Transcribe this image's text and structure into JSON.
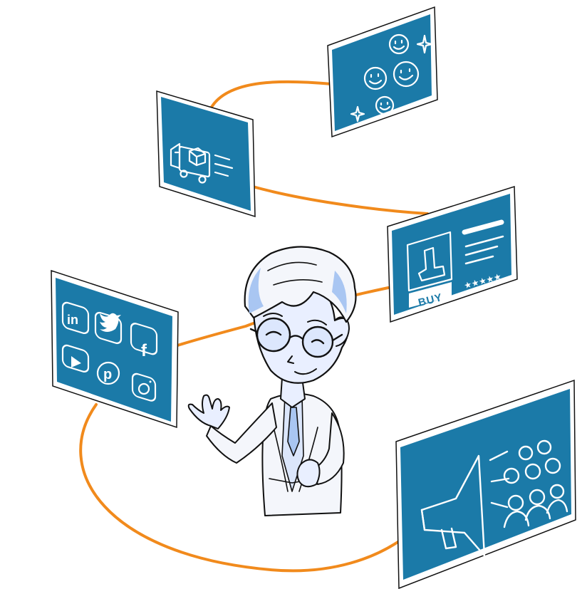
{
  "colors": {
    "panel": "#1b7aa8",
    "panel_edge": "#ffffff",
    "path": "#f18a1c",
    "skin": "#e9efff",
    "suit": "#f4f6fb",
    "hair_shade": "#a9c6f2",
    "ink": "#111111"
  },
  "panels": {
    "delivery": {
      "icon": "delivery-truck-icon"
    },
    "smiles": {
      "icon": "smiley-faces-icon"
    },
    "product": {
      "icon": "boot-product-icon",
      "button_label": "BUY",
      "rating_icon": "star-rating-icon"
    },
    "social": {
      "icons": [
        "linkedin-icon",
        "twitter-icon",
        "facebook-icon",
        "youtube-icon",
        "pinterest-icon",
        "instagram-icon"
      ],
      "glyphs": [
        "in",
        "",
        "f",
        "",
        "p",
        ""
      ]
    },
    "marketing": {
      "icon": "megaphone-crowd-icon"
    }
  },
  "character": {
    "icon": "presenter-man-icon"
  }
}
